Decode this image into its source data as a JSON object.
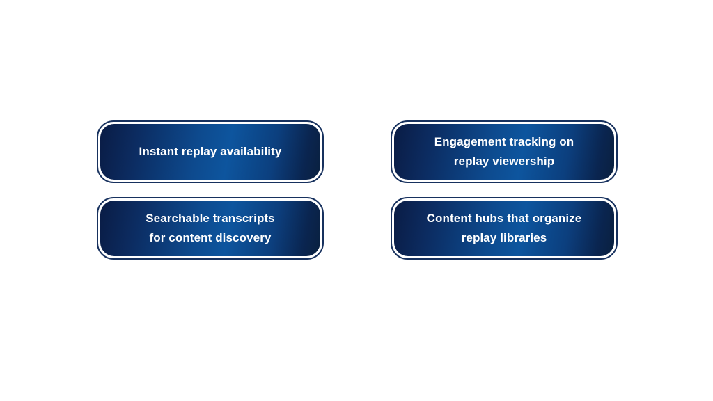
{
  "page": {
    "background_color": "#ffffff",
    "layout": "2x2-card-grid"
  },
  "theme": {
    "card_border_color": "#17315e",
    "card_gap_color": "#ffffff",
    "gradient_dark": "#0a1c45",
    "gradient_light": "#0d559e",
    "label_color": "#ffffff"
  },
  "cards": [
    {
      "id": "instant-replay-availability",
      "label": "Instant replay availability",
      "lines": 1
    },
    {
      "id": "engagement-tracking-on-replay-viewership",
      "label": "Engagement tracking on\nreplay viewership",
      "lines": 2
    },
    {
      "id": "searchable-transcripts-for-content-discovery",
      "label": "Searchable transcripts\nfor content discovery",
      "lines": 2
    },
    {
      "id": "content-hubs-that-organize-replay-libraries",
      "label": "Content hubs that organize\nreplay libraries",
      "lines": 2
    }
  ]
}
